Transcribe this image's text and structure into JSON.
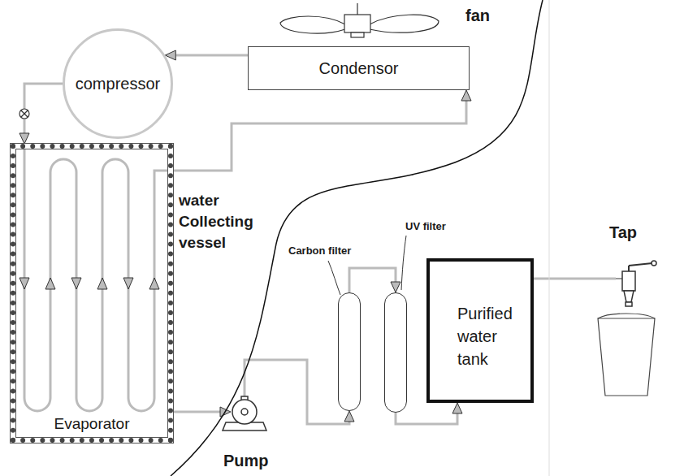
{
  "diagram": {
    "nodes": [
      {
        "text": [
          "compressor"
        ]
      },
      {
        "text": [
          "Condensor"
        ]
      },
      {
        "text": [
          "Evaporator"
        ]
      },
      {
        "text": [
          "Pump"
        ]
      },
      {
        "text": [
          "Carbon filter"
        ]
      },
      {
        "text": [
          "UV filter"
        ]
      },
      {
        "text": [
          "Purified water tank"
        ]
      },
      {
        "text": [
          "Tap"
        ]
      }
    ],
    "edges": [
      {
        "from": 1,
        "to": 0,
        "arrow": "to"
      },
      {
        "from": 0,
        "to": 2,
        "arrow": "to"
      },
      {
        "from": 2,
        "to": 1,
        "arrow": "to"
      },
      {
        "from": 2,
        "to": 3,
        "arrow": "to"
      },
      {
        "from": 3,
        "to": 4,
        "arrow": "to"
      },
      {
        "from": 4,
        "to": 5,
        "arrow": "to"
      },
      {
        "from": 5,
        "to": 6,
        "arrow": "to"
      },
      {
        "from": 6,
        "to": 7,
        "arrow": "none"
      }
    ],
    "labels": [
      "fan",
      "water Collecting vessel"
    ]
  }
}
